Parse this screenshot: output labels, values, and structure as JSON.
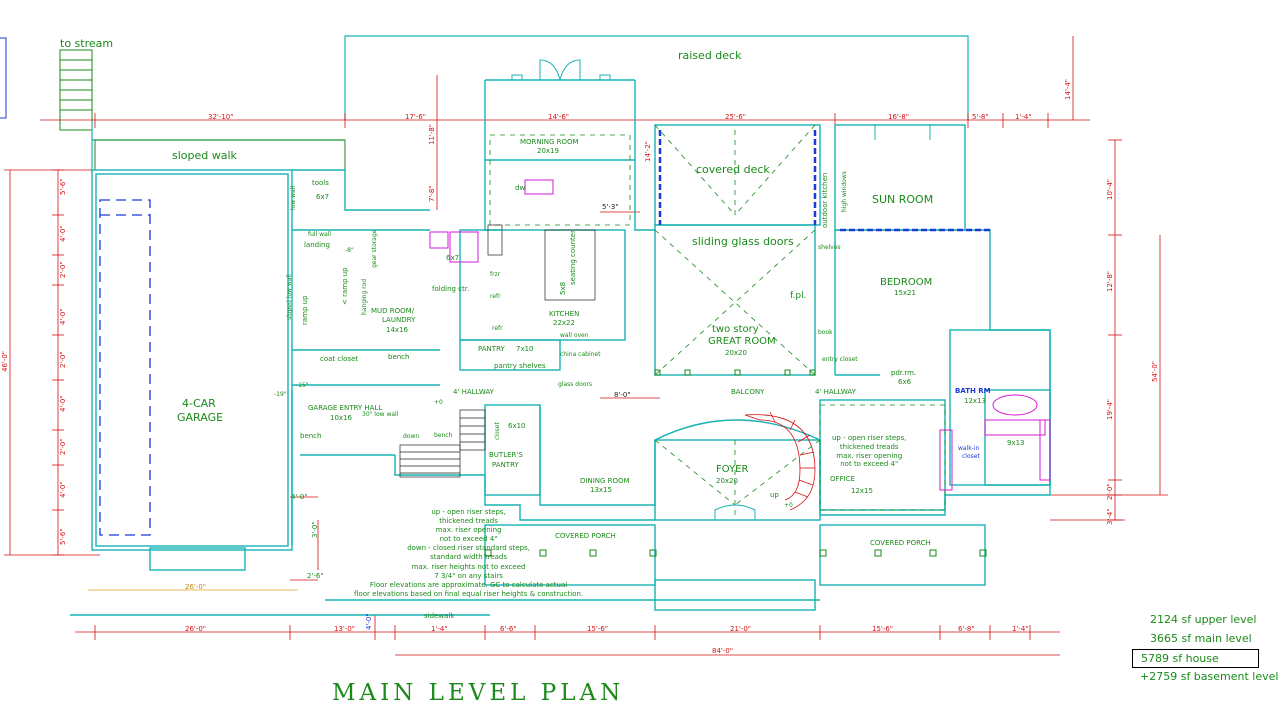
{
  "title": "MAIN LEVEL PLAN",
  "top_notes": {
    "to_stream": "to stream",
    "raised_deck": "raised deck",
    "sloped_walk": "sloped walk"
  },
  "rooms": {
    "morning_room": "MORNING ROOM",
    "morning_room_size": "20x19",
    "covered_deck": "covered deck",
    "outdoor_kitchen": "outdoor kitchen",
    "high_windows": "high windows",
    "sun_room": "SUN ROOM",
    "tools": "tools",
    "tools_size": "6x7",
    "full_wall": "full wall",
    "landing": "landing",
    "low_wall": "low wall",
    "ramp_up": "ramp up",
    "ramp_up2": "< ramp up",
    "sloped_low_wall": "sloped low wall",
    "hanging_rod": "hanging rod",
    "gear_storage": "gear storage",
    "mud_room": "MUD ROOM/",
    "laundry": "LAUNDRY",
    "mud_size": "14x16",
    "six_by_seven": "6x7",
    "folding_ctr": "folding ctr.",
    "frzr": "frzr",
    "refr": "refr",
    "refr2": "refr",
    "dw": "dw",
    "seating_counter": "seating counter",
    "five_by_eight": "5x8",
    "kitchen": "KITCHEN",
    "kitchen_size": "22x22",
    "wall_oven": "wall oven",
    "china_cabinet": "china cabinet",
    "pantry": "PANTRY",
    "pantry_size": "7x10",
    "pantry_shelves": "pantry shelves",
    "glass_doors": "glass doors",
    "sliding_glass_doors": "sliding glass doors",
    "fpl": "f.pl.",
    "two_story": "two story",
    "great_room": "GREAT ROOM",
    "great_room_size": "20x20",
    "bedroom": "BEDROOM",
    "bedroom_size": "15x21",
    "book": "book",
    "shelves": "shelves",
    "entry_closet": "entry closet",
    "pdr_rm": "pdr.rm.",
    "pdr_size": "6x6",
    "bath_rm": "BATH RM",
    "bath_size": "12x13",
    "walk_in": "walk-in",
    "closet": "closet",
    "closet_size": "9x13",
    "garage": "4-CAR",
    "garage2": "GARAGE",
    "coat_closet": "coat closet",
    "bench": "bench",
    "bench2": "bench",
    "bench3": "bench",
    "garage_entry": "GARAGE ENTRY HALL",
    "garage_entry_size": "10x16",
    "low_wall_30": "30\" low wall",
    "hallway_4": "4' HALLWAY",
    "balcony": "BALCONY",
    "hallway_4b": "4'  HALLWAY",
    "butlers_pantry": "BUTLER'S",
    "butlers_pantry2": "PANTRY",
    "closet_6x10": "6x10",
    "closet_lbl": "closet",
    "dining_room": "DINING ROOM",
    "dining_size": "13x15",
    "foyer": "FOYER",
    "foyer_size": "20x20",
    "office": "OFFICE",
    "office_size": "12x15",
    "covered_porch": "COVERED PORCH",
    "covered_porch2": "COVERED PORCH",
    "sidewalk": "sidewalk",
    "up": "up",
    "up_plus0": "+0",
    "down": "down",
    "minus15": "-15\"",
    "minus19": "-19\"",
    "minus8": "-8\"",
    "plus0": "+0"
  },
  "stair_notes": {
    "office_note": [
      "up - open riser steps,",
      "thickened treads",
      "max. riser opening",
      "not to exceed 4\""
    ],
    "main_note": [
      "up - open riser steps,",
      "thickened treads",
      "max. riser opening",
      "not to exceed 4\"",
      "down - closed riser standard steps,",
      "standard width treads",
      "max. riser heights not to exceed",
      "7 3/4\" on any stairs",
      "Floor elevations are approximate.  GC to calculate actual",
      "floor elevations based on final equal riser heights & construction."
    ]
  },
  "dimensions": {
    "top": [
      "32'-10\"",
      "17'-6\"",
      "14'-6\"",
      "25'-6\"",
      "16'-8\"",
      "5'-8\"",
      "1'-4\""
    ],
    "bottom": [
      "26'-0\"",
      "13'-0\"",
      "1'-4\"",
      "6'-6\"",
      "15'-6\"",
      "21'-0\"",
      "15'-6\"",
      "6'-8\"",
      "1'-4\""
    ],
    "overall_bottom": "84'-0\"",
    "garage_width": "26'-0\"",
    "left": [
      "5'-6\"",
      "4'-0\"",
      "2'-0\"",
      "4'-0\"",
      "2'-0\"",
      "4'-0\"",
      "2'-0\"",
      "4'-0\"",
      "5'-6\""
    ],
    "left_total": "46'-0\"",
    "right": [
      "10'-4\"",
      "12'-8\"",
      "14'-4\"",
      "19'-4\"",
      "2'-0\"",
      "3'-4\""
    ],
    "right_total": "54'-0\"",
    "misc": [
      "11'-8\"",
      "7'-8\"",
      "14'-2\"",
      "5'-3\"",
      "8'-0\"",
      "4'-0\"",
      "3'-0\"",
      "2'-6\"",
      "4'-0\""
    ]
  },
  "area_summary": {
    "upper": "2124 sf upper level",
    "main": "3665 sf main level",
    "house": "5789 sf house",
    "basement": "+2759 sf basement level"
  },
  "colors": {
    "wall": "#17b3b3",
    "label": "#1a8a1a",
    "dimension": "#d41111",
    "dashed": "#1a3ad4",
    "magenta": "#d61ad6"
  }
}
